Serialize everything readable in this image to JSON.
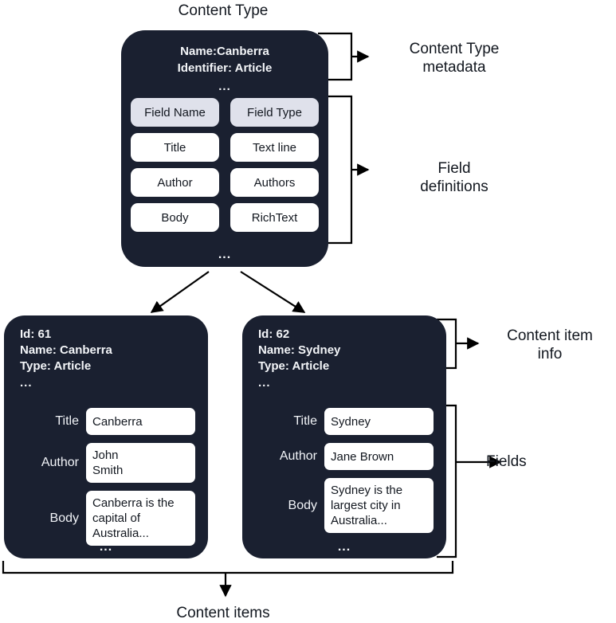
{
  "diagram": {
    "title": "Content Type",
    "bottom_label": "Content items",
    "annotations": {
      "content_type_metadata": "Content Type\nmetadata",
      "field_definitions": "Field\ndefinitions",
      "content_item_info": "Content item\ninfo",
      "fields": "Fields"
    },
    "colors": {
      "card_background": "#1a2030",
      "chip_header_background": "#dfe1eb",
      "chip_background": "#ffffff",
      "text_light": "#f3f5f8",
      "text_dark": "#12171f",
      "page_background": "#ffffff",
      "connector": "#000000"
    }
  },
  "content_type": {
    "metadata": [
      "Name:Canberra",
      "Identifier: Article"
    ],
    "metadata_ellipsis": "...",
    "field_table": {
      "headers": [
        "Field Name",
        "Field Type"
      ],
      "rows": [
        [
          "Title",
          "Text line"
        ],
        [
          "Author",
          "Authors"
        ],
        [
          "Body",
          "RichText"
        ]
      ]
    },
    "table_ellipsis": "..."
  },
  "content_items": [
    {
      "info": [
        "Id: 61",
        "Name: Canberra",
        "Type: Article"
      ],
      "info_ellipsis": "...",
      "fields": [
        {
          "label": "Title",
          "value": "Canberra"
        },
        {
          "label": "Author",
          "value": "John\nSmith"
        },
        {
          "label": "Body",
          "value": "Canberra is the\ncapital of\nAustralia..."
        }
      ],
      "fields_ellipsis": "..."
    },
    {
      "info": [
        "Id: 62",
        "Name: Sydney",
        "Type: Article"
      ],
      "info_ellipsis": "...",
      "fields": [
        {
          "label": "Title",
          "value": "Sydney"
        },
        {
          "label": "Author",
          "value": "Jane Brown"
        },
        {
          "label": "Body",
          "value": "Sydney is the\nlargest city in\nAustralia..."
        }
      ],
      "fields_ellipsis": "..."
    }
  ]
}
